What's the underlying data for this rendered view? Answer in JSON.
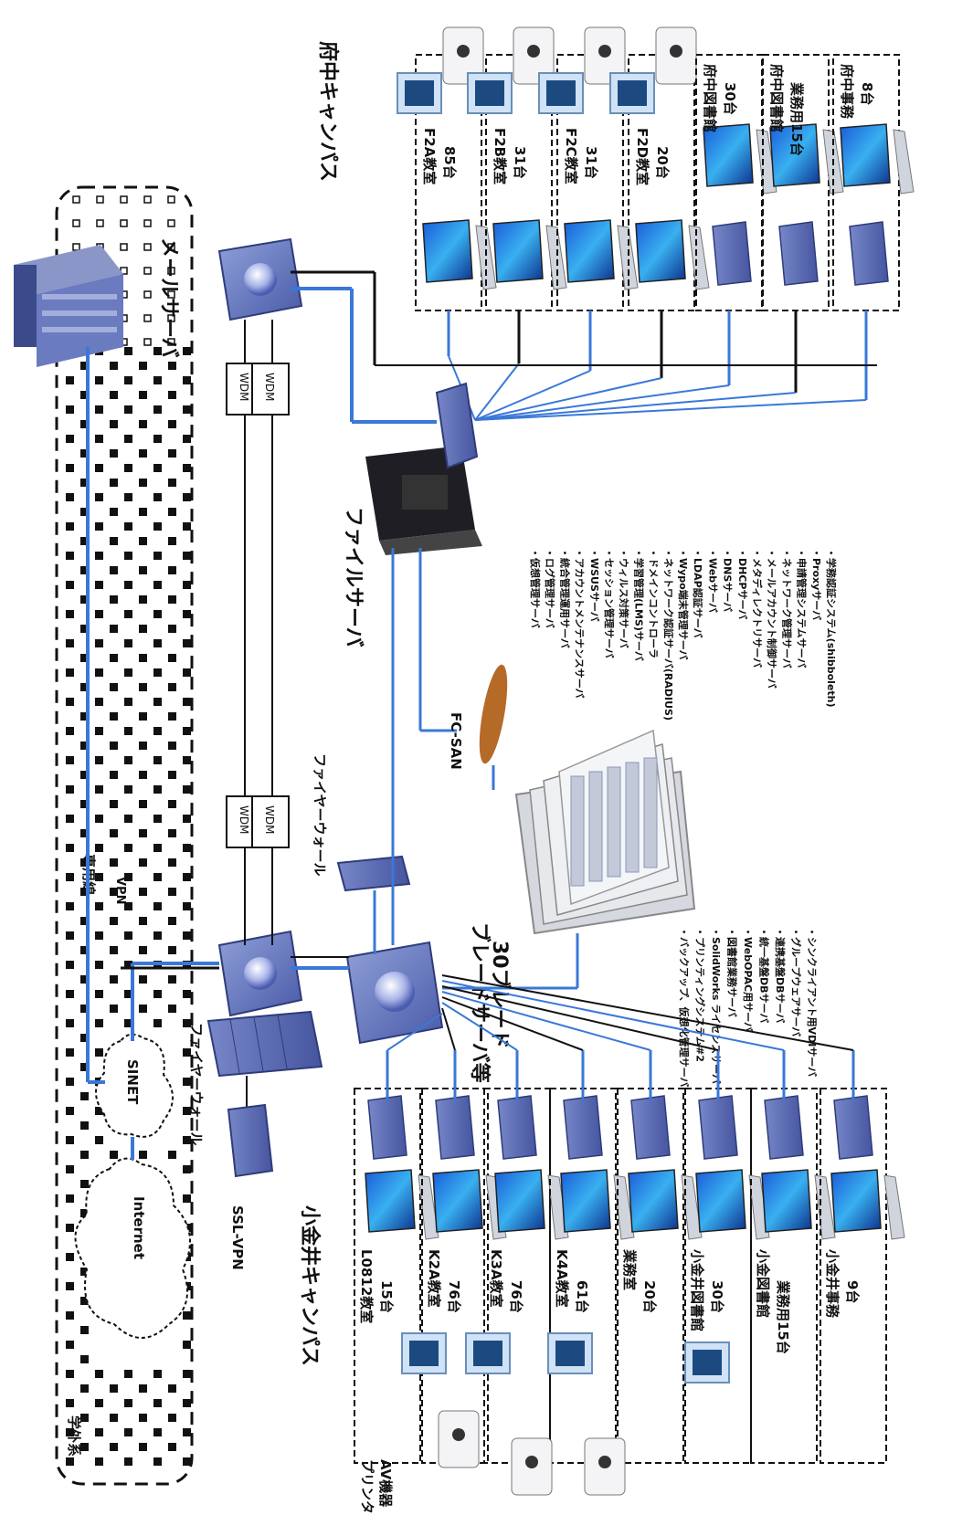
{
  "external": {
    "gakugai_label": "学外系",
    "internet_label": "Internet",
    "sinet_label": "SINET",
    "vpn_label": "VPN",
    "senyousen_label": "専用線",
    "mail_server_label": "メールサーバ"
  },
  "core": {
    "firewall_left_label": "ファイヤーウォール",
    "firewall_right_label": "ファイヤーウォール",
    "ssl_vpn_label": "SSL-VPN",
    "wdm_label": "WDM",
    "file_server_label": "ファイルサーバ",
    "fc_san_label": "FC-SAN",
    "blade_label_1": "ブレードサーバ等",
    "blade_label_2": "30ブレード"
  },
  "campuses": {
    "koganei": "小金井キャンパス",
    "fuchu": "府中キャンパス"
  },
  "koganei_rooms": [
    {
      "line1": "L0812教室",
      "line2": "15台"
    },
    {
      "line1": "K2A教室",
      "line2": "76台"
    },
    {
      "line1": "K3A教室",
      "line2": "76台"
    },
    {
      "line1": "K4A教室",
      "line2": "61台"
    },
    {
      "line1": "業務室",
      "line2": "20台"
    },
    {
      "line1": "小金井図書館",
      "line2": "30台"
    },
    {
      "line1": "小金図書館",
      "line2": "業務用15台"
    },
    {
      "line1": "小金井事務",
      "line2": "9台"
    }
  ],
  "fuchu_rooms": [
    {
      "line1": "F2A教室",
      "line2": "85台"
    },
    {
      "line1": "F2B教室",
      "line2": "31台"
    },
    {
      "line1": "F2C教室",
      "line2": "31台"
    },
    {
      "line1": "F2D教室",
      "line2": "20台"
    },
    {
      "line1": "府中図書館",
      "line2": "30台"
    },
    {
      "line1": "府中図書館",
      "line2": "業務用15台"
    },
    {
      "line1": "府中事務",
      "line2": "8台"
    }
  ],
  "printer_label_1": "プリンタ",
  "printer_label_2": "AV機器",
  "blade_servers": [
    "・バックアップ、仮想化管理サーバ",
    "・プリンティングシステム#2",
    "・SolidWorks ライセンスサーバ",
    "・図書館業務サーバ",
    "・WebOPAC用サーバ",
    "・統一基盤DBサーバ",
    "・連携基盤DBサーバ",
    "・グループウェアサーバ",
    "・シンクライアント用VDIサーバ"
  ],
  "other_servers": [
    "・仮想管理サーバ",
    "・ログ管理サーバ",
    "・統合管理運用サーバ",
    "・アカウントメンテナンスサーバ",
    "・WSUSサーバ",
    "・セッション管理サーバ",
    "・ウィルス対策サーバ",
    "・学習管理(LMS)サーバ",
    "・ドメインコントローラ",
    "・ネットワーク認証サーバ(RADIUS)",
    "・Wypo端末管理サーバ",
    "・LDAP認証サーバ",
    "・Webサーバ",
    "・DNSサーバ",
    "・DHCPサーバ",
    "・メタディレクトリサーバ",
    "・メールアカウント制御サーバ",
    "・ネットワーク管理サーバ",
    "・申請管理システムサーバ",
    "・Proxyサーバ",
    "・学務認証システム(shibboleth)"
  ]
}
